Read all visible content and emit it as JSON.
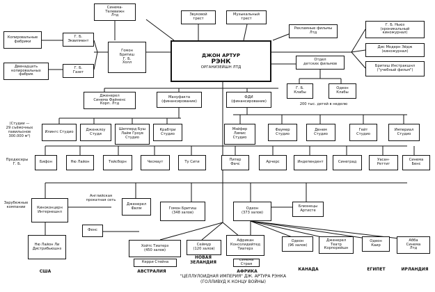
{
  "main": {
    "line1": "ДЖОН АРТУР",
    "line2": "РЭНК",
    "line3": "ОРГАНИЗЕЙШН ЛТД"
  },
  "boxes": {
    "sinema_tv": "Синема-\nТелевижн\nЛтд",
    "zvukovoy": "Звуковой\nтрест",
    "muzykalny": "Музыкальный\nтрест",
    "reklamnye": "Рекламные фильмы\nЛтд",
    "gb_nyuz": "Г. Б. Ньюз\n(хроникальный\nкиножурнал)",
    "dis_modern": "Дис Модерн Эйдж\n(киножурнал)",
    "britsh_instr": "Бритиш Инстракшнл\n(\"учебный фильм\")",
    "kopirovalnye": "Копировальные\nфабрики",
    "dvanad": "Двенадцать\nкопировальных\nфабрик",
    "gb_ekvipment": "Г. Б.\nЭквипмент",
    "gb_gazet": "Г. Б.\nГазет",
    "gomon": "Гомон\nБритиш\nГ. Б.\nХолл",
    "otdel_dety": "Отдел\nдетских фильмов",
    "gb_klaby": "Г. Б.\nКлабы",
    "odeon_klaby": "Одеон\nКлабы",
    "dzhenerel": "Дженерел\nСинема Файненс\nКорп. Лтд",
    "manufrakt": "Мануфакта\n(финансирование)",
    "fdi": "ФДИ\n(финансирование)",
    "ilings": "Илингс Студио",
    "dzhenklou": "Дженклоу\nСтуди",
    "shepperton": "Шепперд Буш\nЛайм Гроув\nСтудио",
    "krebtri": "Крабтри\nСтудио",
    "meyfer": "Мэйфер\nЛимис\nСтудио",
    "faumer": "Фаумер\nСтудио",
    "denem": "Денем\nСтудио",
    "geyt": "Гейт\nСтудио",
    "imperial": "Империал\nСтудио",
    "bifon": "Бифон",
    "nyu_layon": "Ню Лайон",
    "teysborn": "Тейсборн",
    "chesmaut": "Чесмаут",
    "tu_siti": "Ту Сити",
    "piter_fachs": "Питер\nФачс",
    "archers": "Арчерс",
    "independent": "Индепендент",
    "sinegrad": "Синеград",
    "yaku_rettig": "Уасан-\nРеттиг",
    "sinema_bens": "Синема\nБенс",
    "kinokonc": "Киноконцерн\nИнтернешнл",
    "dzhenrel_film": "Дженерел\nФилм",
    "gomon_brit": "Гомон Бритиш\n(348 залов)",
    "odeon": "Одеон\n(373 залов)",
    "bliznets": "Близнецы\nАртисте",
    "fens": "Фенс",
    "hoyts": "Хойтс Тиатерз\n(450 залов)",
    "kerri": "Керри Стейна\n",
    "nyu_layon_lf": "Ню Лайон Ли\nДистрибьюшнз",
    "sedzhon": "Сеймур\n(120 залов)",
    "afrikan": "Африкан\nКонсолидейтед\nТиатерз",
    "odeon_ca": "Одеон\n(96 залов)",
    "dzhenerel_ta": "Дженерел\nТеатр\nКорпорейшн",
    "odeon_kair": "Одеон\nКаир",
    "abba": "Абба\nСинема\nЛтд",
    "ssha_kin": "Синема\nСтрая"
  },
  "labels": {
    "studii": "(Студии —\n29 съёмочных\nпавильонов\n300.000 м²)",
    "prodyusery": "Продюсеры\nГ. Б.",
    "avstr_set": "Английская\nпрокатная сеть",
    "zarubezhn": "Зарубежные\nкомпании",
    "dety": "200 тыс. детей в неделю",
    "ssha": "США",
    "avstraliya": "АВСТРАЛИЯ",
    "nov_zel": "НОВАЯ\nЗЕЛАНДИЯ",
    "afrika": "АФРИКА",
    "kanada": "КАНАДА",
    "egipet": "ЕГИПЕТ",
    "irlandiya": "ИРЛАНДИЯ"
  },
  "title": {
    "line1": "\"ЦЕЛЛУЛОИДНАЯ ИМПЕРИЯ\" ДЖ. АРТУРА РЭНКА",
    "line2": "(ГОЛЛИВУД К КОНЦУ ВОЙНЫ)"
  }
}
